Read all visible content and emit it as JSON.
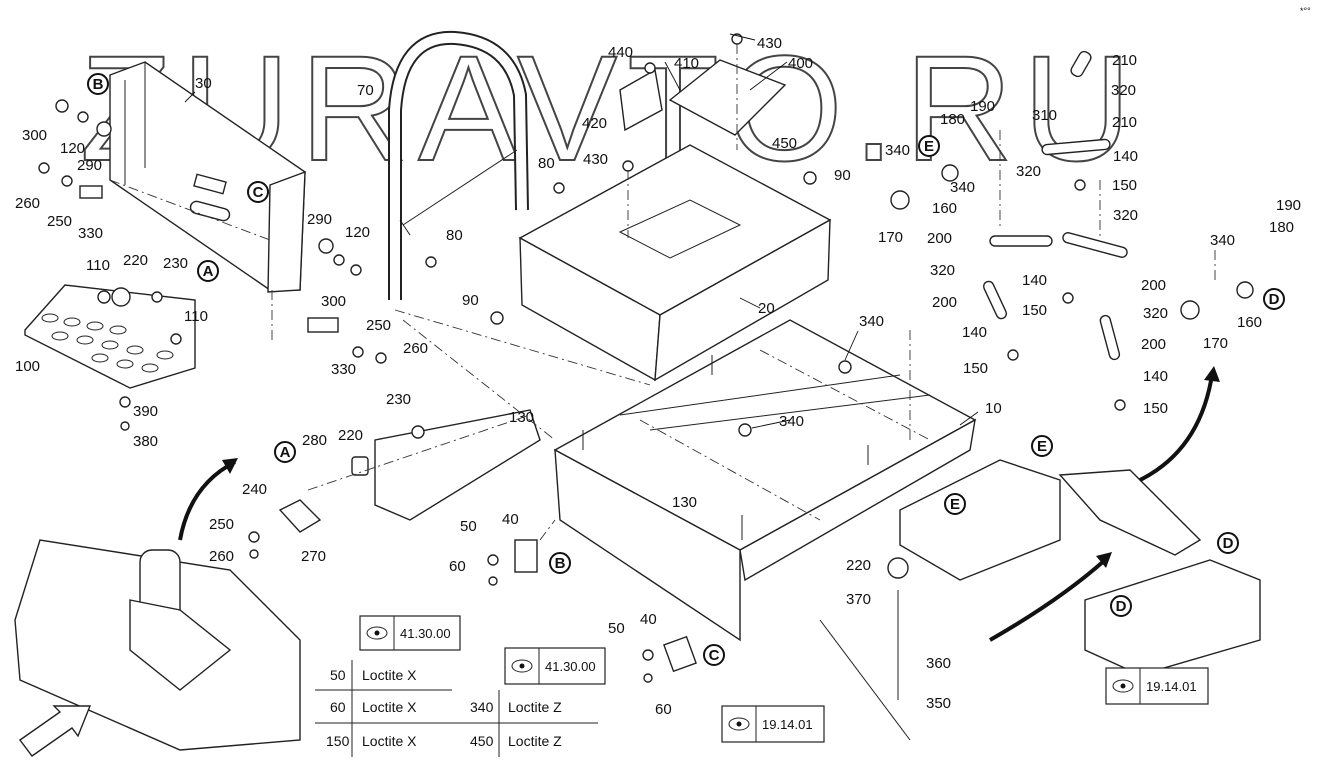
{
  "watermark": "ZURAVTO.RU",
  "corner_mark": "*°°",
  "part_labels": [
    {
      "id": "l1",
      "text": "30"
    },
    {
      "id": "l2",
      "text": "300"
    },
    {
      "id": "l3",
      "text": "120"
    },
    {
      "id": "l4",
      "text": "290"
    },
    {
      "id": "l5",
      "text": "260"
    },
    {
      "id": "l6",
      "text": "250"
    },
    {
      "id": "l7",
      "text": "330"
    },
    {
      "id": "l8",
      "text": "290"
    },
    {
      "id": "l9",
      "text": "120"
    },
    {
      "id": "l10",
      "text": "300"
    },
    {
      "id": "l11",
      "text": "110"
    },
    {
      "id": "l12",
      "text": "220"
    },
    {
      "id": "l13",
      "text": "230"
    },
    {
      "id": "l14",
      "text": "110"
    },
    {
      "id": "l15",
      "text": "100"
    },
    {
      "id": "l16",
      "text": "390"
    },
    {
      "id": "l17",
      "text": "380"
    },
    {
      "id": "l18",
      "text": "250"
    },
    {
      "id": "l19",
      "text": "260"
    },
    {
      "id": "l20",
      "text": "330"
    },
    {
      "id": "l21",
      "text": "70"
    },
    {
      "id": "l22",
      "text": "80"
    },
    {
      "id": "l23",
      "text": "80"
    },
    {
      "id": "l24",
      "text": "90"
    },
    {
      "id": "l25",
      "text": "440"
    },
    {
      "id": "l26",
      "text": "410"
    },
    {
      "id": "l27",
      "text": "430"
    },
    {
      "id": "l28",
      "text": "400"
    },
    {
      "id": "l29",
      "text": "420"
    },
    {
      "id": "l30",
      "text": "430"
    },
    {
      "id": "l31",
      "text": "450"
    },
    {
      "id": "l32",
      "text": "90"
    },
    {
      "id": "l33",
      "text": "20"
    },
    {
      "id": "l34",
      "text": "340"
    },
    {
      "id": "l35",
      "text": "340"
    },
    {
      "id": "l36",
      "text": "10"
    },
    {
      "id": "l37",
      "text": "130"
    },
    {
      "id": "l38",
      "text": "130"
    },
    {
      "id": "l39",
      "text": "230"
    },
    {
      "id": "l40",
      "text": "280"
    },
    {
      "id": "l41",
      "text": "220"
    },
    {
      "id": "l42",
      "text": "240"
    },
    {
      "id": "l43",
      "text": "250"
    },
    {
      "id": "l44",
      "text": "270"
    },
    {
      "id": "l45",
      "text": "260"
    },
    {
      "id": "l46",
      "text": "50"
    },
    {
      "id": "l47",
      "text": "40"
    },
    {
      "id": "l48",
      "text": "60"
    },
    {
      "id": "l49",
      "text": "50"
    },
    {
      "id": "l50",
      "text": "40"
    },
    {
      "id": "l51",
      "text": "60"
    },
    {
      "id": "l52",
      "text": "210"
    },
    {
      "id": "l53",
      "text": "320"
    },
    {
      "id": "l54",
      "text": "190"
    },
    {
      "id": "l55",
      "text": "310"
    },
    {
      "id": "l56",
      "text": "210"
    },
    {
      "id": "l57",
      "text": "180"
    },
    {
      "id": "l58",
      "text": "140"
    },
    {
      "id": "l59",
      "text": "340"
    },
    {
      "id": "l60",
      "text": "340"
    },
    {
      "id": "l61",
      "text": "320"
    },
    {
      "id": "l62",
      "text": "150"
    },
    {
      "id": "l63",
      "text": "160"
    },
    {
      "id": "l64",
      "text": "170"
    },
    {
      "id": "l65",
      "text": "320"
    },
    {
      "id": "l66",
      "text": "200"
    },
    {
      "id": "l67",
      "text": "320"
    },
    {
      "id": "l68",
      "text": "200"
    },
    {
      "id": "l69",
      "text": "140"
    },
    {
      "id": "l70",
      "text": "200"
    },
    {
      "id": "l71",
      "text": "150"
    },
    {
      "id": "l72",
      "text": "320"
    },
    {
      "id": "l73",
      "text": "140"
    },
    {
      "id": "l74",
      "text": "200"
    },
    {
      "id": "l75",
      "text": "150"
    },
    {
      "id": "l76",
      "text": "140"
    },
    {
      "id": "l77",
      "text": "150"
    },
    {
      "id": "l78",
      "text": "190"
    },
    {
      "id": "l79",
      "text": "180"
    },
    {
      "id": "l80",
      "text": "340"
    },
    {
      "id": "l81",
      "text": "160"
    },
    {
      "id": "l82",
      "text": "170"
    },
    {
      "id": "l83",
      "text": "220"
    },
    {
      "id": "l84",
      "text": "370"
    },
    {
      "id": "l85",
      "text": "360"
    },
    {
      "id": "l86",
      "text": "350"
    }
  ],
  "detail_markers": [
    {
      "id": "m1",
      "letter": "B"
    },
    {
      "id": "m2",
      "letter": "C"
    },
    {
      "id": "m3",
      "letter": "A"
    },
    {
      "id": "m4",
      "letter": "A"
    },
    {
      "id": "m5",
      "letter": "B"
    },
    {
      "id": "m6",
      "letter": "C"
    },
    {
      "id": "m7",
      "letter": "E"
    },
    {
      "id": "m8",
      "letter": "D"
    },
    {
      "id": "m9",
      "letter": "E"
    },
    {
      "id": "m10",
      "letter": "E"
    },
    {
      "id": "m11",
      "letter": "D"
    },
    {
      "id": "m12",
      "letter": "D"
    }
  ],
  "reference_boxes": [
    {
      "id": "r1",
      "ref": "41.30.00"
    },
    {
      "id": "r2",
      "ref": "41.30.00"
    },
    {
      "id": "r3",
      "ref": "19.14.01"
    },
    {
      "id": "r4",
      "ref": "19.14.01"
    }
  ],
  "loctite_table": {
    "rows": [
      {
        "part": "50",
        "product": "Loctite X",
        "part2": "",
        "product2": ""
      },
      {
        "part": "60",
        "product": "Loctite X",
        "part2": "340",
        "product2": "Loctite Z"
      },
      {
        "part": "150",
        "product": "Loctite X",
        "part2": "450",
        "product2": "Loctite Z"
      }
    ]
  }
}
